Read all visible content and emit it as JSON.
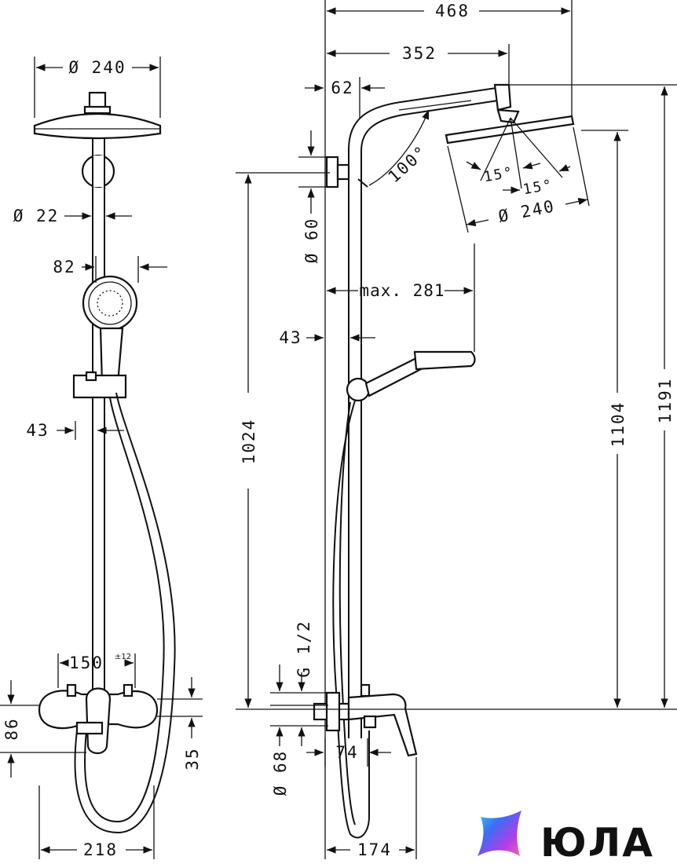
{
  "front_view": {
    "head_diameter": "Ø 240",
    "pipe_diameter": "Ø 22",
    "handshower_offset": "82",
    "bar_offset": "43",
    "mixer_centres": "150",
    "mixer_centres_tolerance": "±12",
    "mixer_height": "86",
    "outlet_height": "35",
    "base_width": "218"
  },
  "side_view": {
    "total_projection": "468",
    "arm_projection": "352",
    "wall_offset": "62",
    "arm_angle": "100°",
    "head_angle_1": "15°",
    "head_angle_2": "15°",
    "head_diameter": "Ø 240",
    "flange_diameter": "Ø 60",
    "handshower_max": "max. 281",
    "bar_offset": "43",
    "bracket_height": "1024",
    "head_height": "1104",
    "total_height": "1191",
    "thread": "G 1/2",
    "escutcheon_diameter": "Ø 68",
    "spout_offset": "74",
    "base_depth": "174"
  },
  "logo": {
    "text": "ЮЛА",
    "colors": [
      "#3b6cf6",
      "#b03ee8",
      "#38d3e8",
      "#ff5fa8"
    ]
  }
}
